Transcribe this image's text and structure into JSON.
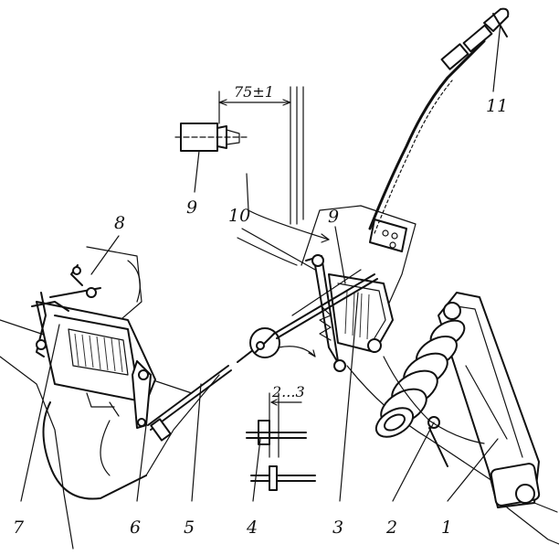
{
  "callouts": {
    "c1": "1",
    "c2": "2",
    "c3": "3",
    "c4": "4",
    "c5": "5",
    "c6": "6",
    "c7": "7",
    "c8": "8",
    "c9_top": "9",
    "c9_right": "9",
    "c10": "10",
    "c11": "11"
  },
  "dimensions": {
    "top": "75±1",
    "bottom": "2...3"
  },
  "colors": {
    "ink": "#111111",
    "paper": "#ffffff"
  }
}
